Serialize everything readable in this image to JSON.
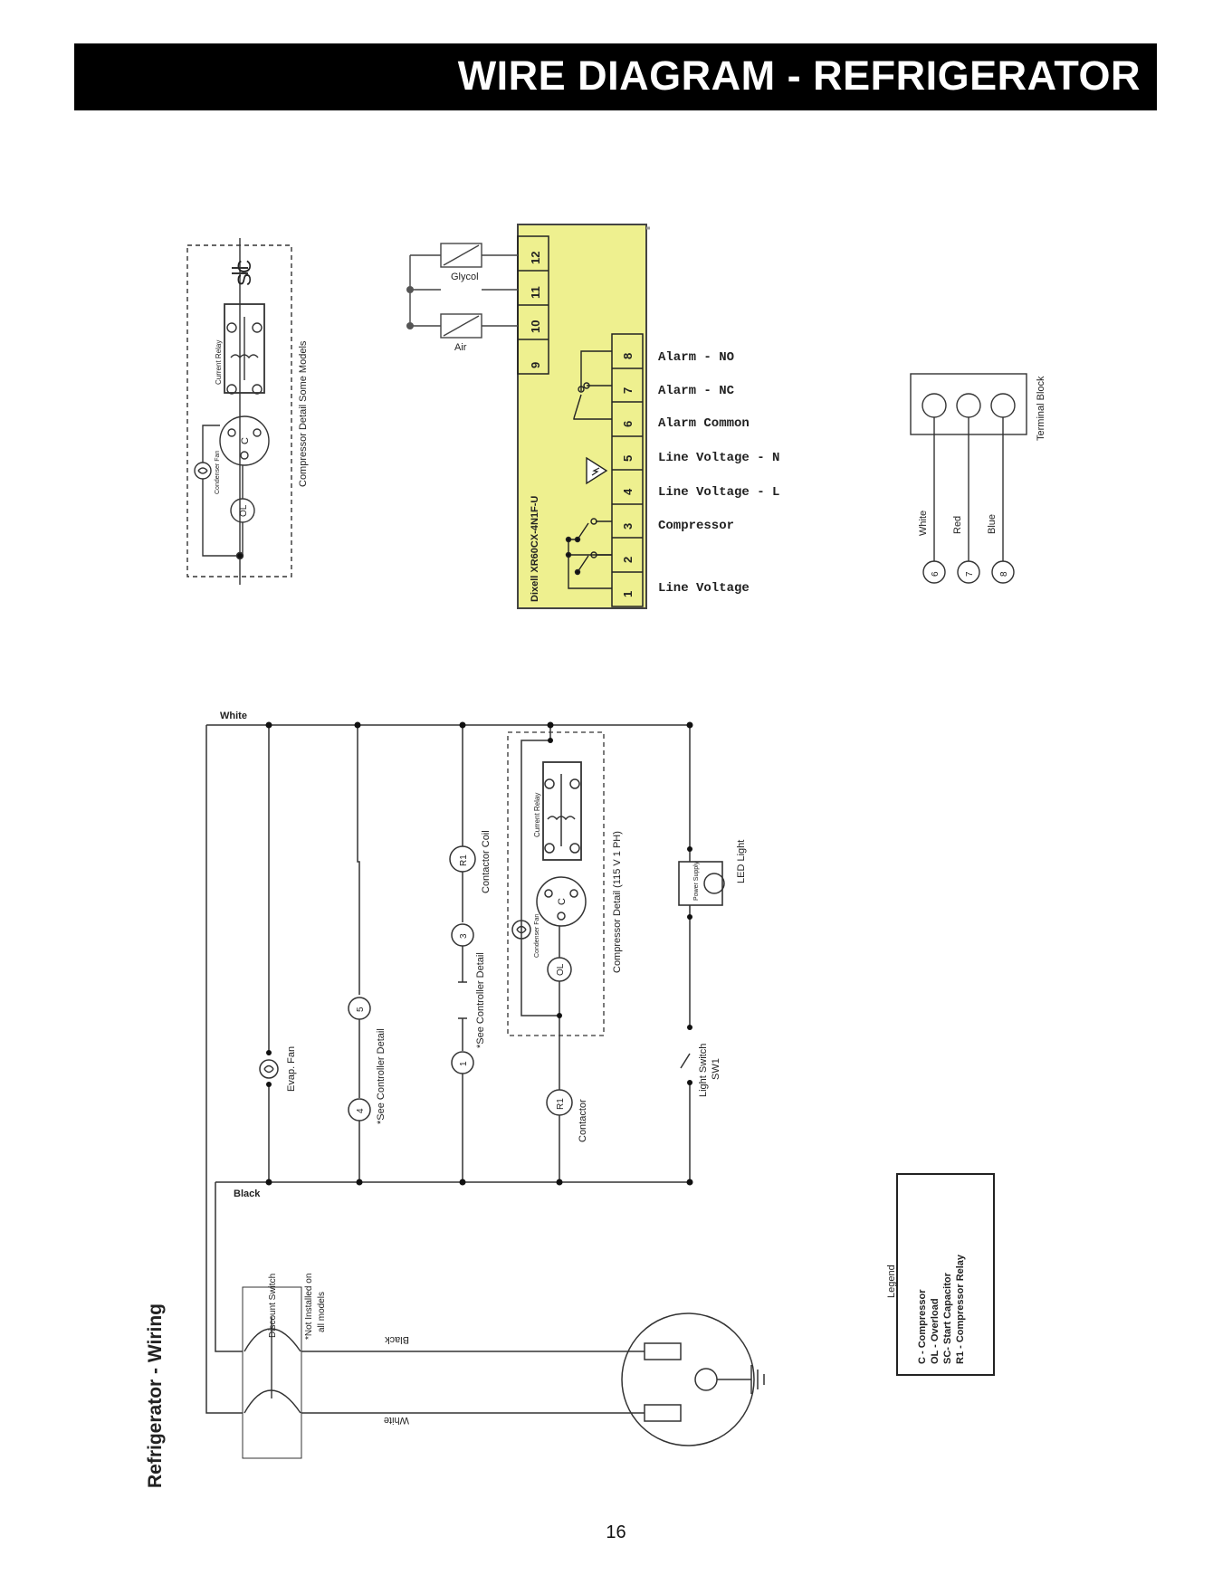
{
  "page": {
    "title": "WIRE DIAGRAM - REFRIGERATOR",
    "page_number": "16"
  },
  "compressor_detail_some_models": {
    "caption": "Compressor Detail Some Models",
    "sc_label": "SC",
    "relay_label": "Current Relay",
    "c_label": "C",
    "ol_label": "OL",
    "fan_label": "Condenser Fan"
  },
  "controller": {
    "model": "Dixell XR60CX-4N1F-U",
    "top_terminals": [
      "9",
      "10",
      "11",
      "12"
    ],
    "bottom_terminals": [
      "1",
      "2",
      "3",
      "4",
      "5",
      "6",
      "7",
      "8"
    ],
    "probe_glycol": "Glycol",
    "probe_air": "Air",
    "outputs": [
      {
        "terminal": "8",
        "label": "Alarm - NO"
      },
      {
        "terminal": "7",
        "label": "Alarm - NC"
      },
      {
        "terminal": "6",
        "label": "Alarm Common"
      },
      {
        "terminal": "5",
        "label": "Line Voltage - N"
      },
      {
        "terminal": "4",
        "label": "Line Voltage - L"
      },
      {
        "terminal": "3",
        "label": "Compressor"
      },
      {
        "terminal": "1",
        "label": "Line Voltage"
      }
    ]
  },
  "terminal_block": {
    "title": "Terminal Block",
    "wires": [
      {
        "color": "White",
        "number": "6"
      },
      {
        "color": "Red",
        "number": "7"
      },
      {
        "color": "Blue",
        "number": "8"
      }
    ]
  },
  "wiring": {
    "title": "Refrigerator - Wiring",
    "white_label": "White",
    "black_label": "Black",
    "evap_fan": "Evap. Fan",
    "see_controller_a": "*See Controller Detail",
    "see_controller_b": "*See Controller Detail",
    "node_4": "4",
    "node_5": "5",
    "node_1": "1",
    "node_3": "3",
    "r1_coil": "R1",
    "contactor_coil": "Contactor Coil",
    "r1_contact": "R1",
    "contactor": "Contactor",
    "compressor_detail": "Compressor Detail (115 V 1 PH)",
    "relay_label": "Current Relay",
    "c_label": "C",
    "ol_label": "OL",
    "fan_label": "Condenser Fan",
    "power_supply": "Power Supply",
    "led_light": "LED Light",
    "light_switch": "Light Switch",
    "sw1": "SW1",
    "disconnect_switch": "Discount Switch",
    "not_installed": "*Not Installed on",
    "all_models": "all models",
    "plug_black": "Black",
    "plug_white": "White"
  },
  "legend": {
    "title": "Legend",
    "items": [
      "C - Compressor",
      "OL - Overload",
      "SC- Start Capacitor",
      "R1 - Compressor Relay"
    ]
  }
}
